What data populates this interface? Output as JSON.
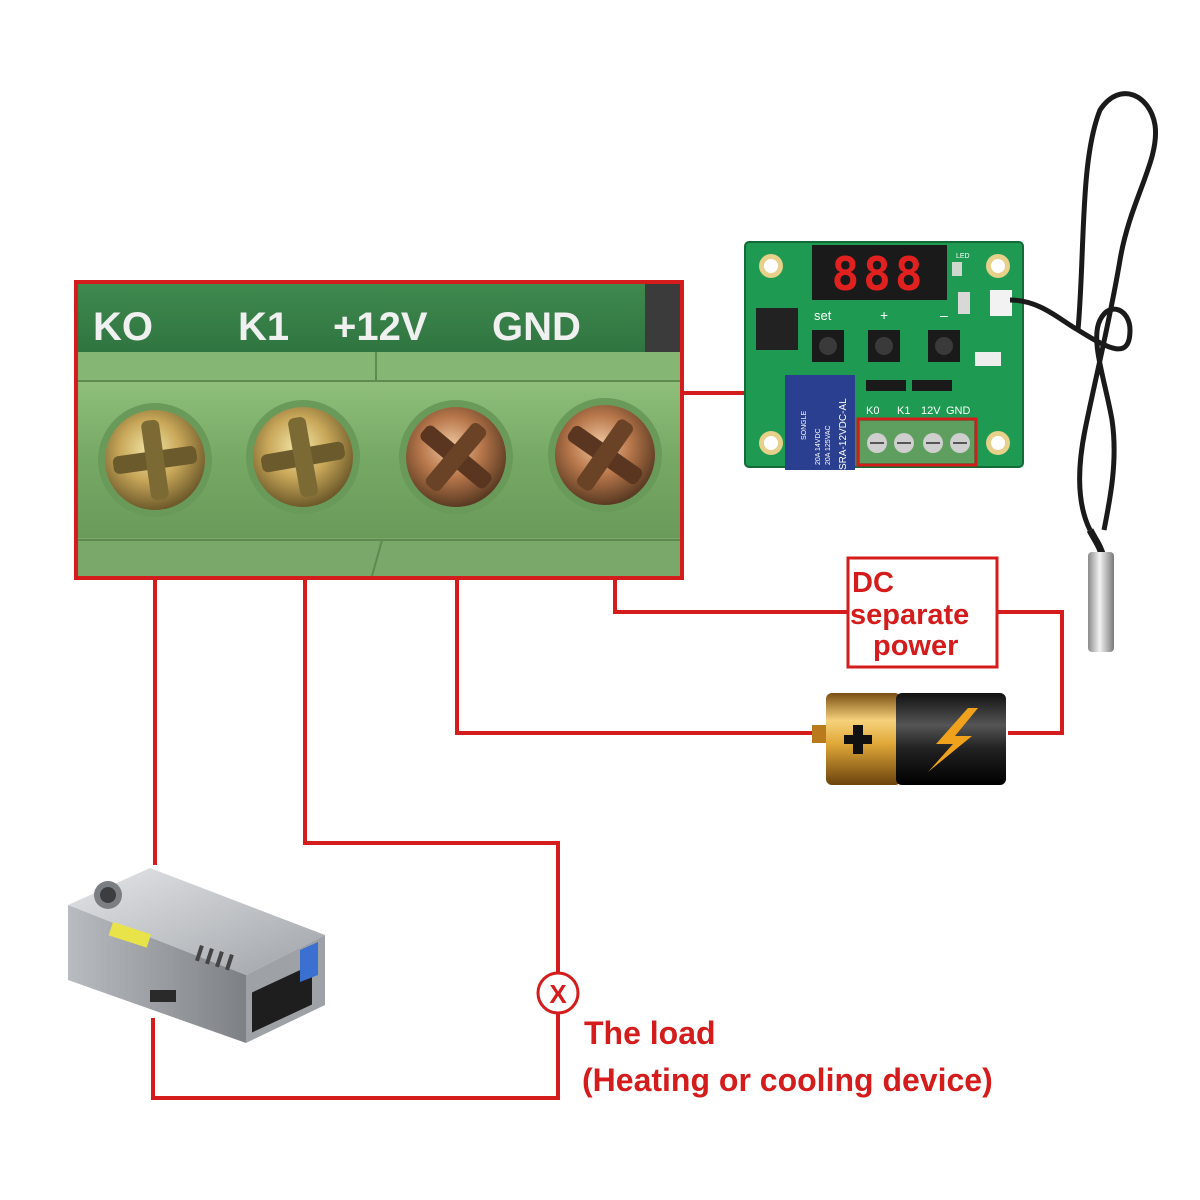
{
  "terminal_block": {
    "labels": [
      "KO",
      "K1",
      "+12V",
      "GND"
    ]
  },
  "board": {
    "display": "888",
    "buttons": [
      "set",
      "+",
      "–"
    ],
    "terminal_labels": [
      "K0",
      "K1",
      "12V",
      "GND"
    ],
    "relay_text": "SRA-12VDC-AL",
    "relay_brand": "SONGLE",
    "relay_ratings": [
      "20A 14VDC",
      "20A 125VAC"
    ],
    "led_label": "LED"
  },
  "labels": {
    "dc_power": [
      "DC",
      "separate",
      "power"
    ],
    "load_symbol": "X",
    "load_title": "The load",
    "load_desc": "(Heating or cooling device)"
  },
  "colors": {
    "wire": "#d41c1c",
    "label_text": "#d41c1c",
    "terminal_green": "#6f9f5e",
    "pcb_green": "#1f9a52"
  },
  "icons": [
    "screw-terminal-icon",
    "battery-icon",
    "power-supply-icon",
    "temperature-probe-icon",
    "load-symbol-icon"
  ]
}
